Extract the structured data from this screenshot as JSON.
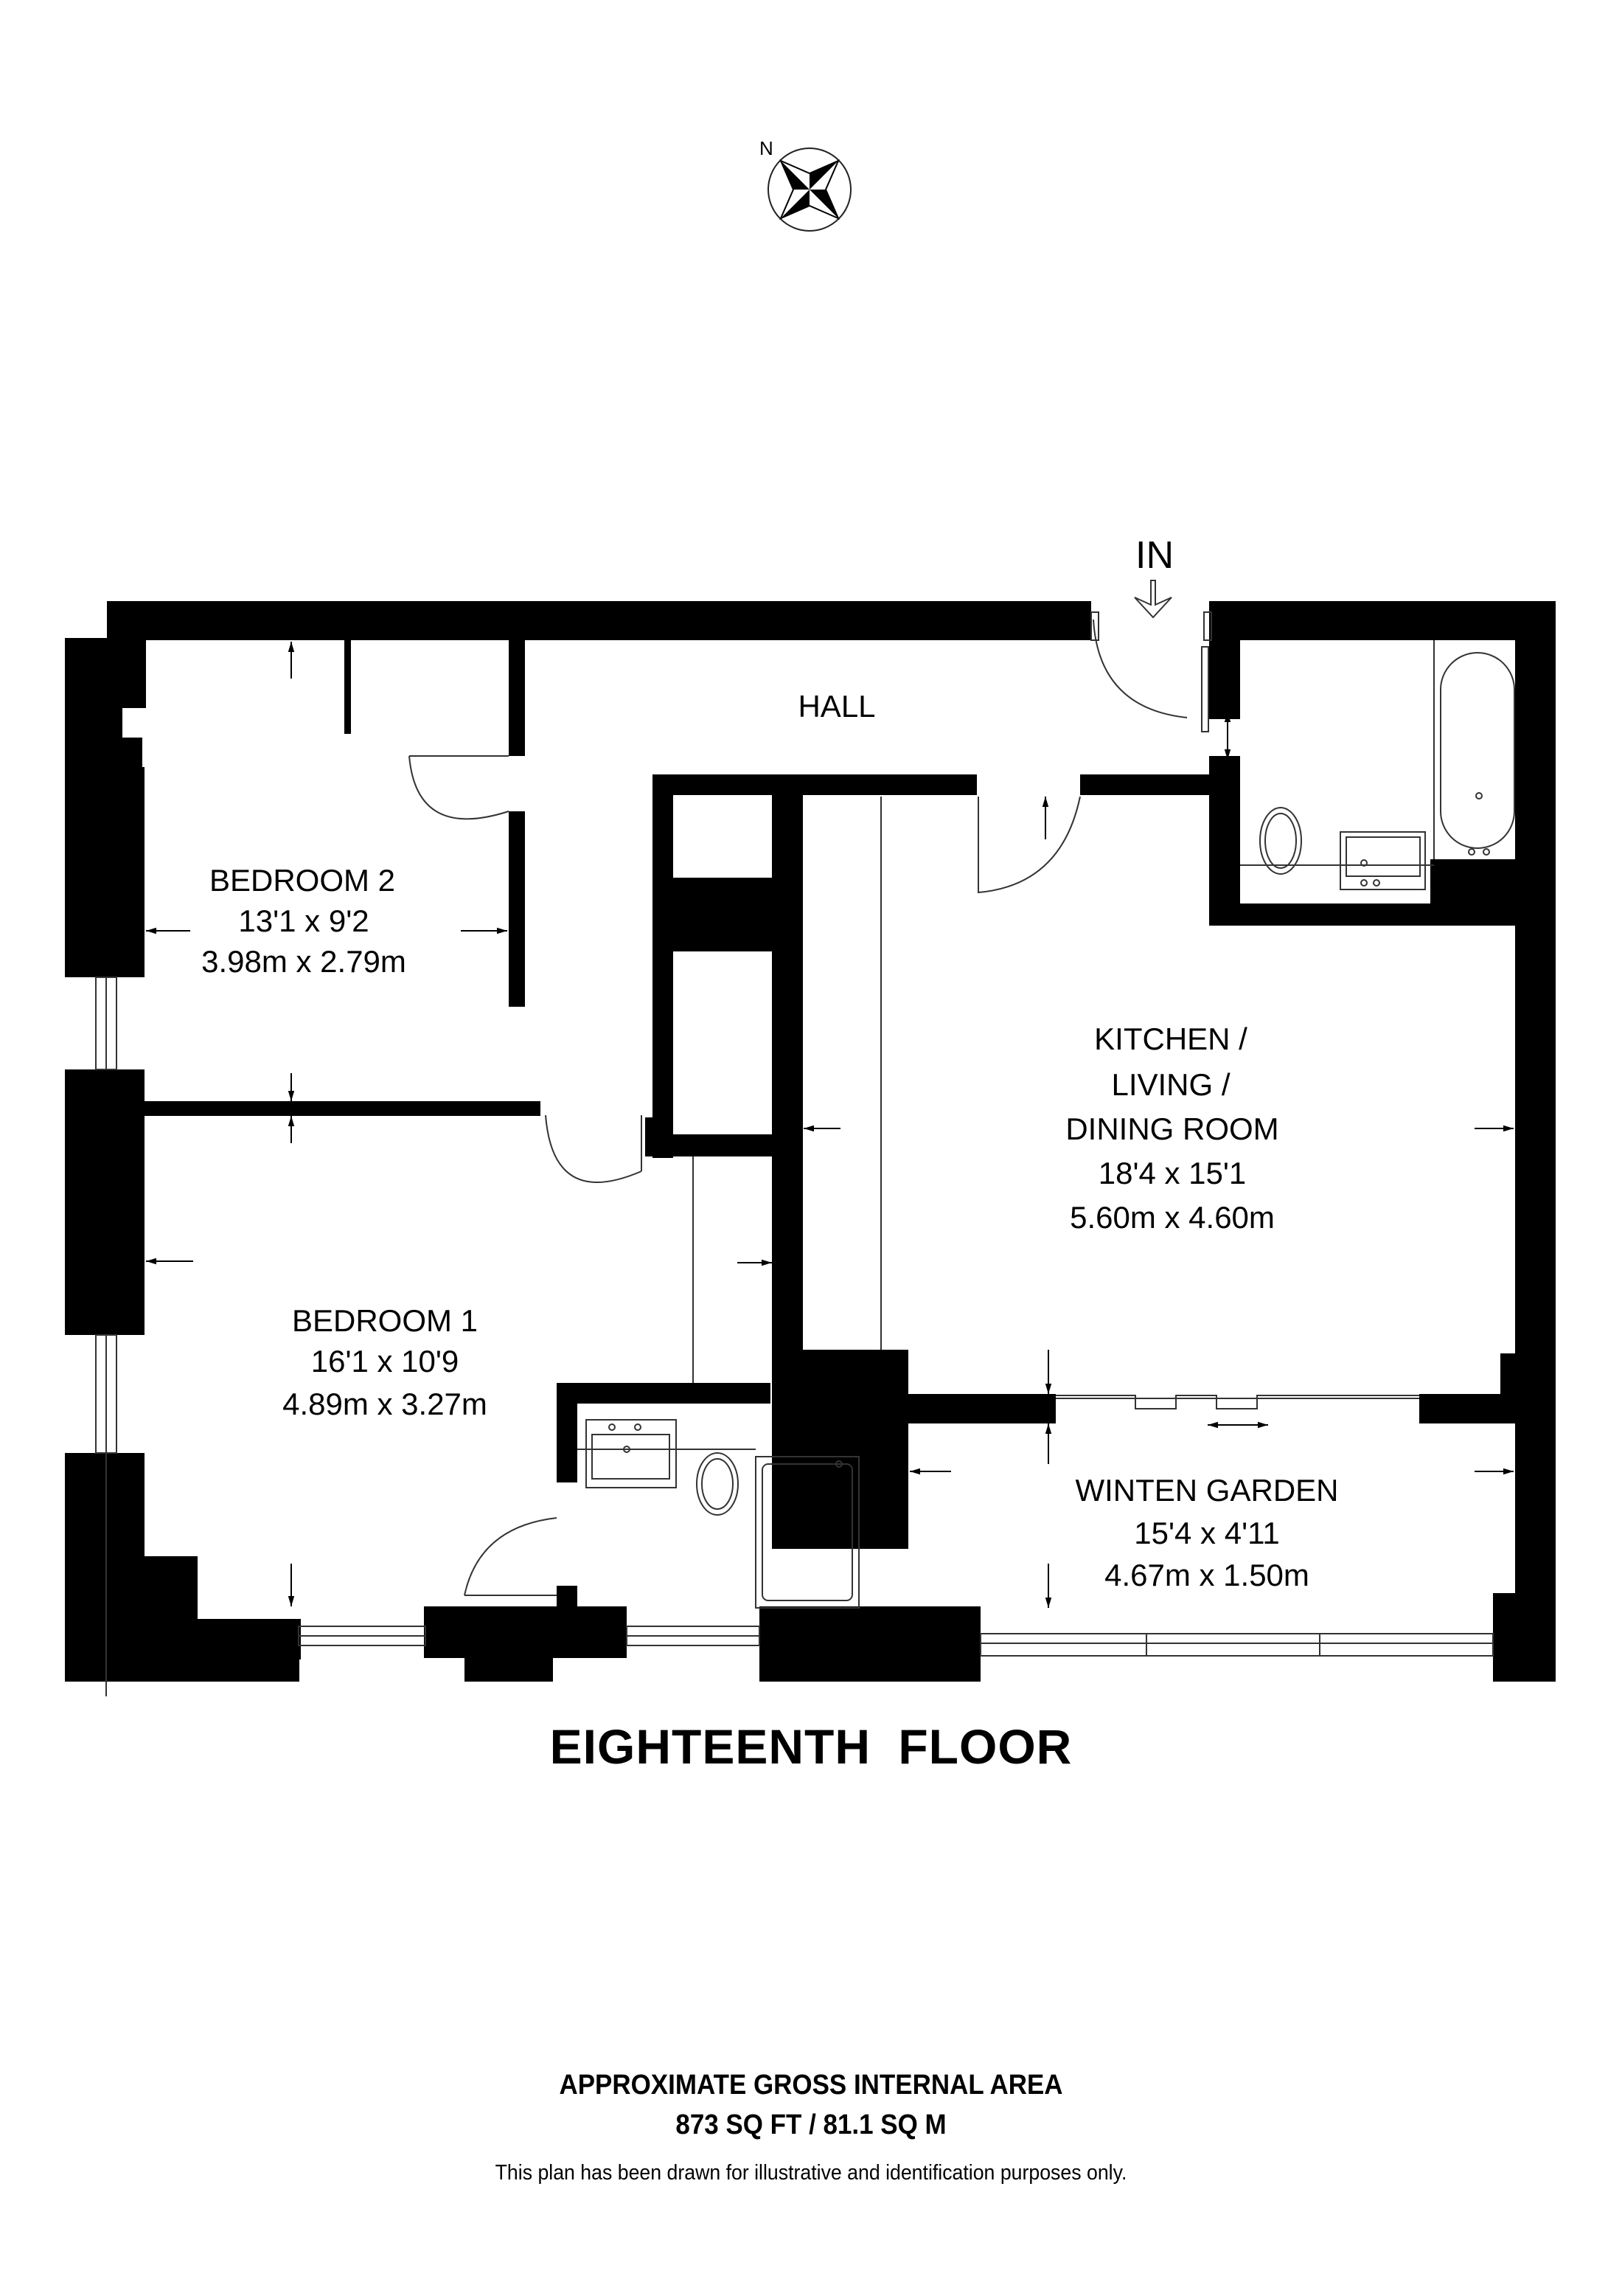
{
  "compass": {
    "icon": "compass-rose-icon",
    "north_label": "N"
  },
  "entrance": {
    "label": "IN",
    "icon": "entrance-arrow-icon"
  },
  "rooms": {
    "hall": {
      "name": "HALL"
    },
    "bedroom_2": {
      "name": "BEDROOM 2",
      "imperial": "13'1 x 9'2",
      "metric": "3.98m x 2.79m"
    },
    "bedroom_1": {
      "name": "BEDROOM 1",
      "imperial": "16'1 x 10'9",
      "metric": "4.89m x 3.27m"
    },
    "kitchen": {
      "name_lines": [
        "KITCHEN /",
        "LIVING /",
        "DINING ROOM"
      ],
      "imperial": "18'4 x 15'1",
      "metric": "5.60m x 4.60m"
    },
    "winter_garden": {
      "name": "WINTEN GARDEN",
      "imperial": "15'4 x 4'11",
      "metric": "4.67m x 1.50m"
    }
  },
  "fixtures": [
    "bathtub-icon",
    "toilet-icon",
    "washbasin-icon",
    "shower-tray-icon",
    "sliding-door-icon",
    "window-icon",
    "door-swing-icon"
  ],
  "floor_title": "EIGHTEENTH  FLOOR",
  "area": {
    "title": "APPROXIMATE GROSS INTERNAL AREA",
    "value": "873 SQ FT / 81.1 SQ M"
  },
  "disclaimer": "This plan has been drawn for illustrative and identification purposes only.",
  "colors": {
    "wall": "#000000",
    "background": "#ffffff",
    "line": "#333333"
  }
}
